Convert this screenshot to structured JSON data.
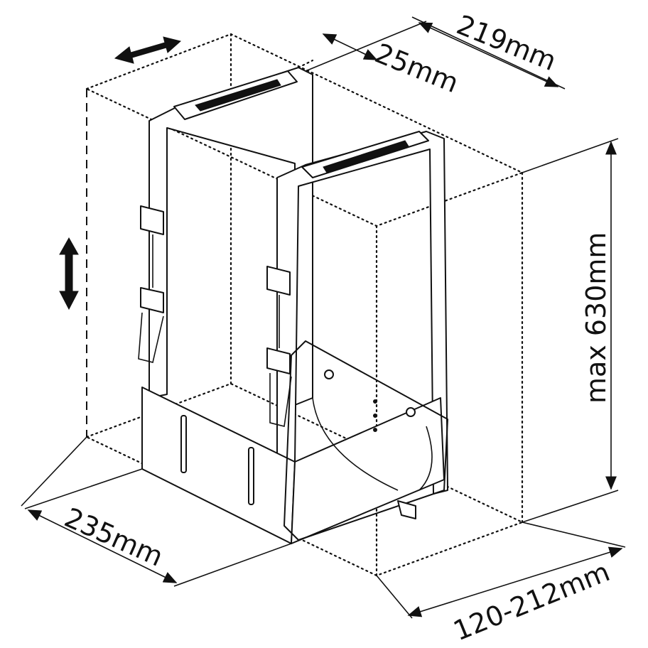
{
  "dimensions": {
    "depth_total": "219mm",
    "strap_width": "25mm",
    "max_height": "max 630mm",
    "length": "235mm",
    "width_range": "120-212mm"
  },
  "icons": [
    "horizontal-double-arrow",
    "vertical-double-arrow"
  ]
}
